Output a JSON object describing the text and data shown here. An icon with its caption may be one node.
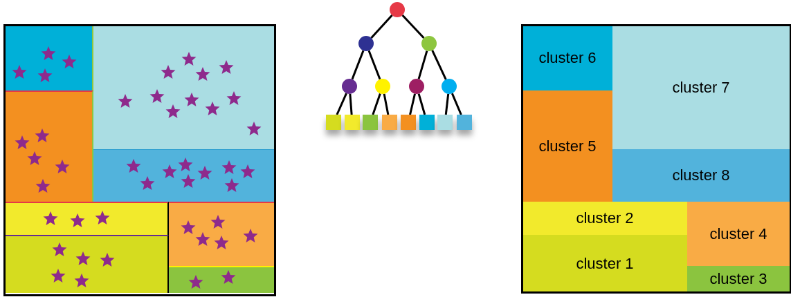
{
  "diagram": {
    "nodes": [
      {
        "text": [],
        "shape": "box"
      },
      {
        "text": [],
        "shape": "box"
      },
      {
        "text": [],
        "shape": "box"
      },
      {
        "text": [],
        "shape": "box"
      },
      {
        "text": [],
        "shape": "box"
      },
      {
        "text": [],
        "shape": "box"
      },
      {
        "text": [],
        "shape": "box"
      },
      {
        "text": [],
        "shape": "box"
      },
      {
        "text": [],
        "shape": "circle"
      },
      {
        "text": [],
        "shape": "circle"
      },
      {
        "text": [],
        "shape": "circle"
      },
      {
        "text": [],
        "shape": "circle"
      },
      {
        "text": [],
        "shape": "circle"
      },
      {
        "text": [],
        "shape": "circle"
      },
      {
        "text": [],
        "shape": "circle"
      },
      {
        "text": [],
        "shape": "box"
      },
      {
        "text": [],
        "shape": "box"
      },
      {
        "text": [],
        "shape": "box"
      },
      {
        "text": [],
        "shape": "box"
      },
      {
        "text": [],
        "shape": "box"
      },
      {
        "text": [],
        "shape": "box"
      },
      {
        "text": [],
        "shape": "box"
      },
      {
        "text": [],
        "shape": "box"
      },
      {
        "text": [
          "cluster 6"
        ]
      },
      {
        "text": [
          "cluster 7"
        ]
      },
      {
        "text": [
          "cluster 5"
        ]
      },
      {
        "text": [
          "cluster 8"
        ]
      },
      {
        "text": [
          "cluster 2"
        ]
      },
      {
        "text": [
          "cluster 4"
        ]
      },
      {
        "text": [
          "cluster 1"
        ]
      },
      {
        "text": [
          "cluster 3"
        ]
      }
    ],
    "edges": [
      {
        "from": 8,
        "to": 9,
        "arrow": "none"
      },
      {
        "from": 8,
        "to": 10,
        "arrow": "none"
      },
      {
        "from": 9,
        "to": 11,
        "arrow": "none"
      },
      {
        "from": 9,
        "to": 12,
        "arrow": "none"
      },
      {
        "from": 10,
        "to": 13,
        "arrow": "none"
      },
      {
        "from": 10,
        "to": 14,
        "arrow": "none"
      },
      {
        "from": 11,
        "to": 15,
        "arrow": "none"
      },
      {
        "from": 11,
        "to": 16,
        "arrow": "none"
      },
      {
        "from": 12,
        "to": 17,
        "arrow": "none"
      },
      {
        "from": 12,
        "to": 18,
        "arrow": "none"
      },
      {
        "from": 13,
        "to": 19,
        "arrow": "none"
      },
      {
        "from": 13,
        "to": 20,
        "arrow": "none"
      },
      {
        "from": 14,
        "to": 21,
        "arrow": "none"
      },
      {
        "from": 14,
        "to": 22,
        "arrow": "none"
      }
    ]
  }
}
